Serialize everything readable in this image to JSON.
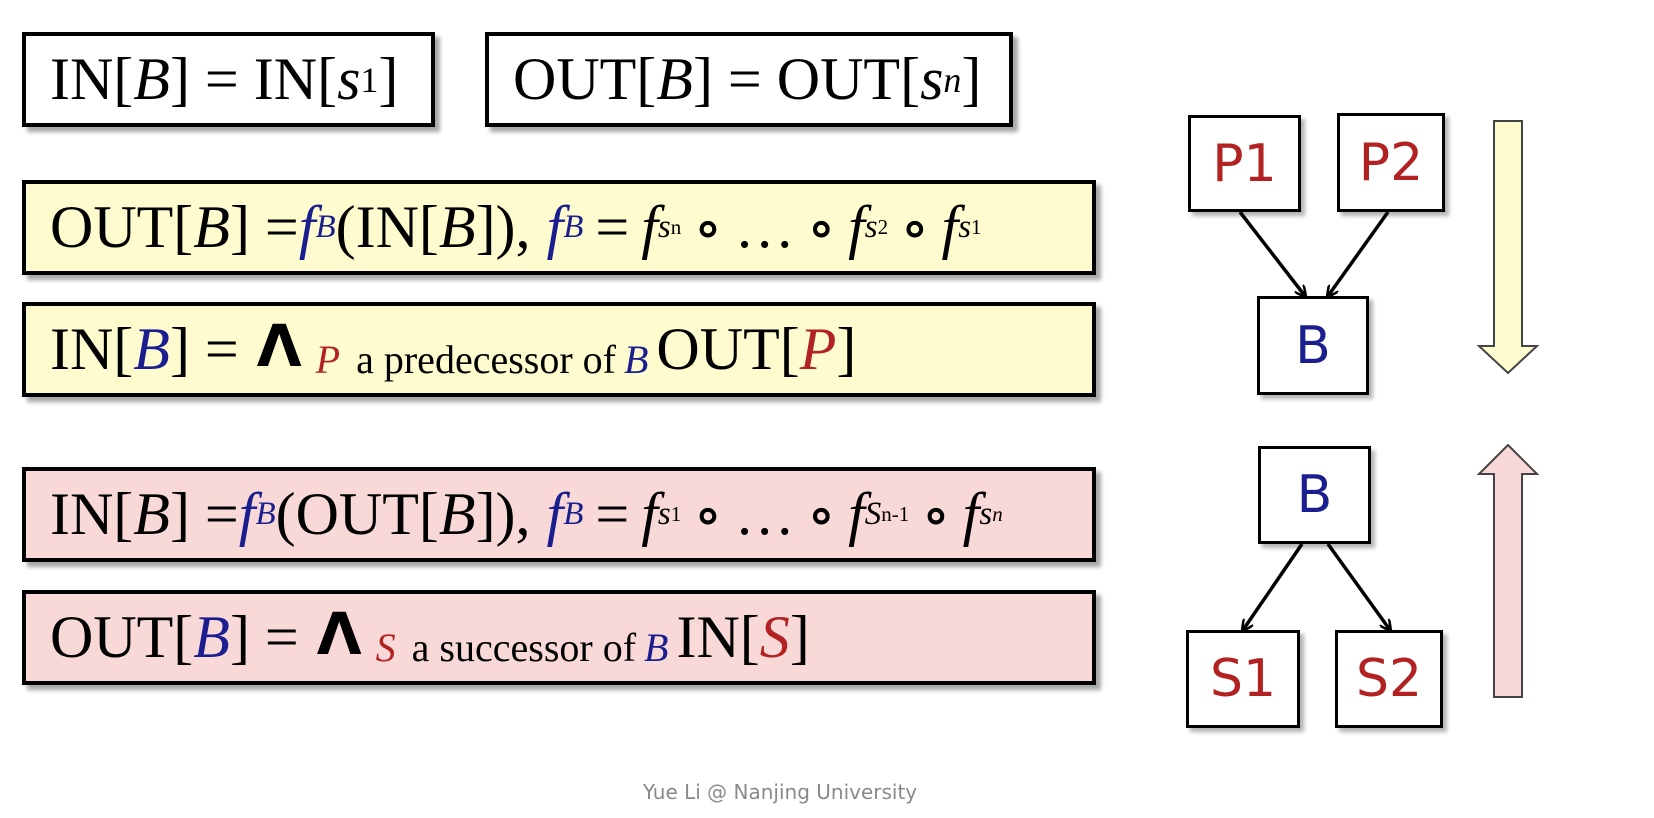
{
  "formulas": {
    "in_boundary": {
      "lhs": "IN[",
      "b": "B",
      "mid": "] = IN[",
      "s": "s",
      "sub": "1",
      "end": "]"
    },
    "out_boundary": {
      "lhs": "OUT[",
      "b": "B",
      "mid": "] = OUT[",
      "s": "s",
      "sub": "n",
      "end": "]"
    },
    "forward_transfer": {
      "lhs": "OUT[",
      "b": "B",
      "eq": "] =",
      "f": "f",
      "fb_sub": "B",
      "open": "(IN[",
      "close": "]),",
      "eq2": "=",
      "comp": "∘",
      "dots": "…",
      "terms": [
        {
          "f": "f",
          "s": "s",
          "sub": "n"
        },
        {
          "f": "f",
          "s": "s",
          "sub": "2"
        },
        {
          "f": "f",
          "s": "s",
          "sub": "1"
        }
      ]
    },
    "forward_meet": {
      "lhs": "IN[",
      "b": "B",
      "eq": "] =",
      "meet": "Λ",
      "var": "P",
      "text1": "a predecessor of",
      "b2": "B",
      "out": "OUT[",
      "var2": "P",
      "end": "]"
    },
    "backward_transfer": {
      "lhs": "IN[",
      "b": "B",
      "eq": "] =",
      "f": "f",
      "fb_sub": "B",
      "open": "(OUT[",
      "close": "]),",
      "eq2": "=",
      "comp": "∘",
      "dots": "…",
      "terms": [
        {
          "f": "f",
          "s": "s",
          "sub": "1"
        },
        {
          "f": "f",
          "s": "S",
          "sub": "n-1"
        },
        {
          "f": "f",
          "s": "s",
          "sub": "n"
        }
      ]
    },
    "backward_meet": {
      "lhs": "OUT[",
      "b": "B",
      "eq": "] =",
      "meet": "Λ",
      "var": "S",
      "text1": "a successor of",
      "b2": "B",
      "in": "IN[",
      "var2": "S",
      "end": "]"
    }
  },
  "diagram": {
    "forward_nodes": {
      "p1": "P1",
      "p2": "P2",
      "b": "B"
    },
    "backward_nodes": {
      "b": "B",
      "s1": "S1",
      "s2": "S2"
    }
  },
  "colors": {
    "blue": "#1a1e8f",
    "red": "#b32222",
    "yellow_fill": "#fefccf",
    "pink_fill": "#f9d9d8"
  },
  "footer": "Yue Li @ Nanjing University"
}
